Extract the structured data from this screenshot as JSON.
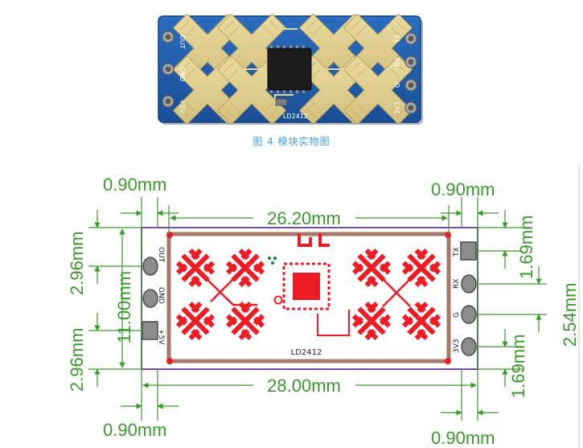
{
  "photo": {
    "board_label": "LD2412",
    "pins_left": [
      "OUT",
      "GND",
      "+5V"
    ],
    "pins_right": [
      "TX",
      "RX",
      "G",
      "3V3"
    ],
    "colors": {
      "board": "#1f5aa8",
      "gold": "#e7d691",
      "chip": "#1b1b1b"
    }
  },
  "caption": "图 4 模块实物图",
  "drawing": {
    "board_label": "LD2412",
    "pins_left": [
      "OUT",
      "GND",
      "+5V"
    ],
    "pins_right": [
      "TX",
      "RX",
      "G",
      "3V3"
    ],
    "dims": {
      "top_left_pad": "0.90mm",
      "top_right_pad": "0.90mm",
      "bottom_left_pad": "0.90mm",
      "bottom_right_pad": "0.90mm",
      "inner_width": "26.20mm",
      "outer_width": "28.00mm",
      "height": "11.00mm",
      "left_top_offset": "2.96mm",
      "left_bottom_offset": "2.96mm",
      "right_top_offset": "1.69mm",
      "right_bottom_offset": "1.69mm",
      "right_pitch": "2.54mm"
    },
    "colors": {
      "dim": "#3b9a2c",
      "antenna": "#ee1c24",
      "frame": "#a6796a",
      "border": "#7d4e9e"
    }
  }
}
